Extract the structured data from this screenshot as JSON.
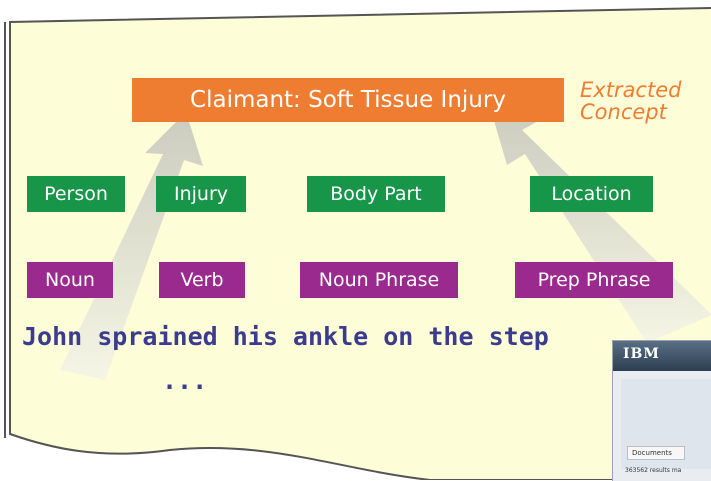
{
  "concept": {
    "label": "Claimant: Soft Tissue Injury",
    "note_line1": "Extracted",
    "note_line2": "Concept"
  },
  "entities": [
    "Person",
    "Injury",
    "Body Part",
    "Location"
  ],
  "pos_tags": [
    "Noun",
    "Verb",
    "Noun Phrase",
    "Prep Phrase"
  ],
  "sentence": {
    "text": "John sprained his ankle on the step",
    "ellipsis": "..."
  },
  "thumbnail": {
    "logo": "IBM",
    "tab": "Documents",
    "status": "363562 results ma"
  },
  "colors": {
    "green": "#17964a",
    "purple": "#9b2a8e",
    "orange": "#ef7d31",
    "sentence_text": "#3b3b8f",
    "page": "#fdfdd8"
  }
}
